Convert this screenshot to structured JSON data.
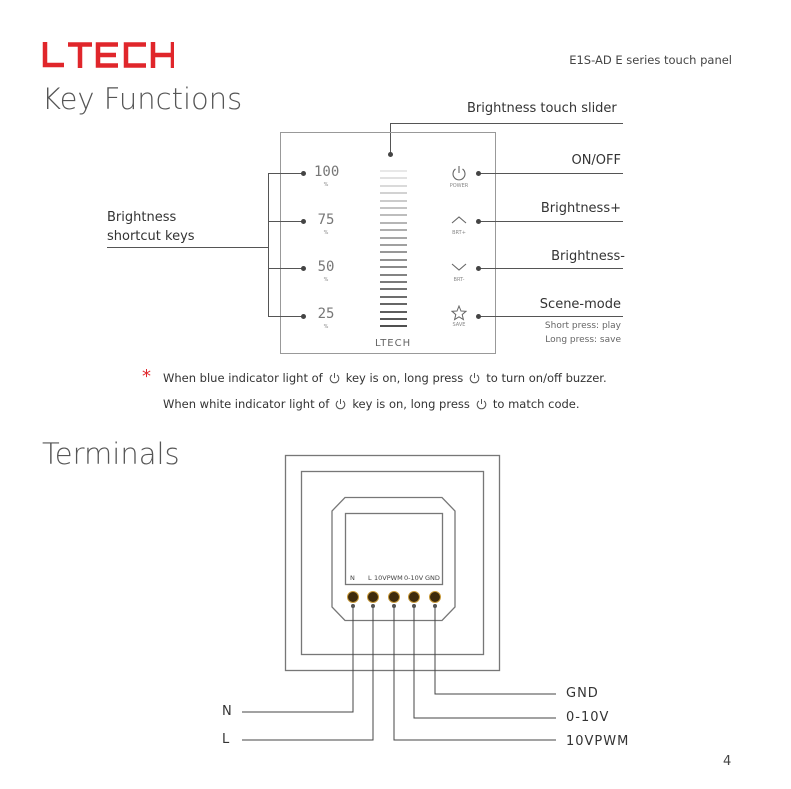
{
  "header": {
    "logo": "LTECH",
    "product": "E1S-AD  E series touch panel",
    "page_number": "4"
  },
  "key_functions": {
    "title": "Key Functions",
    "slider_label": "Brightness touch slider",
    "shortcut_label_line1": "Brightness",
    "shortcut_label_line2": "shortcut keys",
    "shortcuts": [
      {
        "value": "100",
        "unit": "%"
      },
      {
        "value": "75",
        "unit": "%"
      },
      {
        "value": "50",
        "unit": "%"
      },
      {
        "value": "25",
        "unit": "%"
      }
    ],
    "keys": [
      {
        "icon": "power-icon",
        "caption": "POWER",
        "label": "ON/OFF"
      },
      {
        "icon": "chevron-up-icon",
        "caption": "BRT+",
        "label": "Brightness+"
      },
      {
        "icon": "chevron-down-icon",
        "caption": "BRT-",
        "label": "Brightness-"
      },
      {
        "icon": "star-icon",
        "caption": "SAVE",
        "label": "Scene-mode"
      }
    ],
    "scene_note1": "Short press: play",
    "scene_note2": "Long press: save",
    "panel_logo": "LTECH",
    "note_asterisk": "*",
    "note1_a": "When blue indicator light of",
    "note1_b": "key is on, long press",
    "note1_c": "to turn on/off buzzer.",
    "note2_a": "When white indicator light of",
    "note2_b": "key is on, long press",
    "note2_c": "to match code.",
    "accent": "#e0262b"
  },
  "terminals": {
    "title": "Terminals",
    "module_labels": [
      "N",
      "L",
      "10VPWM",
      "0-10V",
      "GND"
    ],
    "wires": {
      "n": "N",
      "l": "L",
      "gnd": "GND",
      "v010": "0-10V",
      "pwm": "10VPWM"
    }
  }
}
